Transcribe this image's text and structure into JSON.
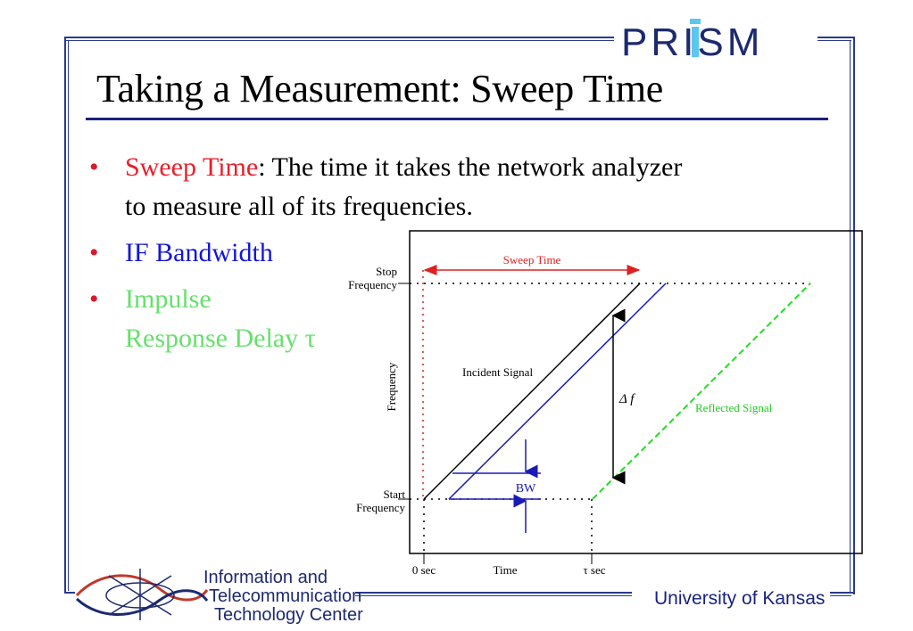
{
  "slide": {
    "title": "Taking a Measurement: Sweep Time",
    "logo_text": "PRISM",
    "footer_institute_lines": [
      "Information and",
      "Telecommunication",
      "Technology Center"
    ],
    "footer_university": "University of Kansas"
  },
  "bullets": [
    {
      "term": "Sweep Time",
      "rest_line1": ": The time it takes the network analyzer",
      "line2": "to measure all of its frequencies.",
      "term_color": "#e8202a"
    },
    {
      "term": "IF Bandwidth",
      "term_color": "#1515d8"
    },
    {
      "line1": "Impulse",
      "line2_text": "Response Delay ",
      "line2_symbol": "τ",
      "term_color": "#66e06b"
    }
  ],
  "diagram": {
    "labels": {
      "sweep_time": "Sweep Time",
      "stop_line1": "Stop",
      "stop_line2": "Frequency",
      "start_line1": "Start",
      "start_line2": "Frequency",
      "y_axis": "Frequency",
      "incident": "Incident Signal",
      "reflected": "Reflected Signal",
      "delta_f": "Δ f",
      "bw": "BW",
      "t0": "0 sec",
      "time": "Time",
      "tau": "τ  sec"
    },
    "colors": {
      "incident": "#000000",
      "if_band": "#1a1ab8",
      "reflected": "#22dd22",
      "sweep": "#e02020"
    }
  }
}
